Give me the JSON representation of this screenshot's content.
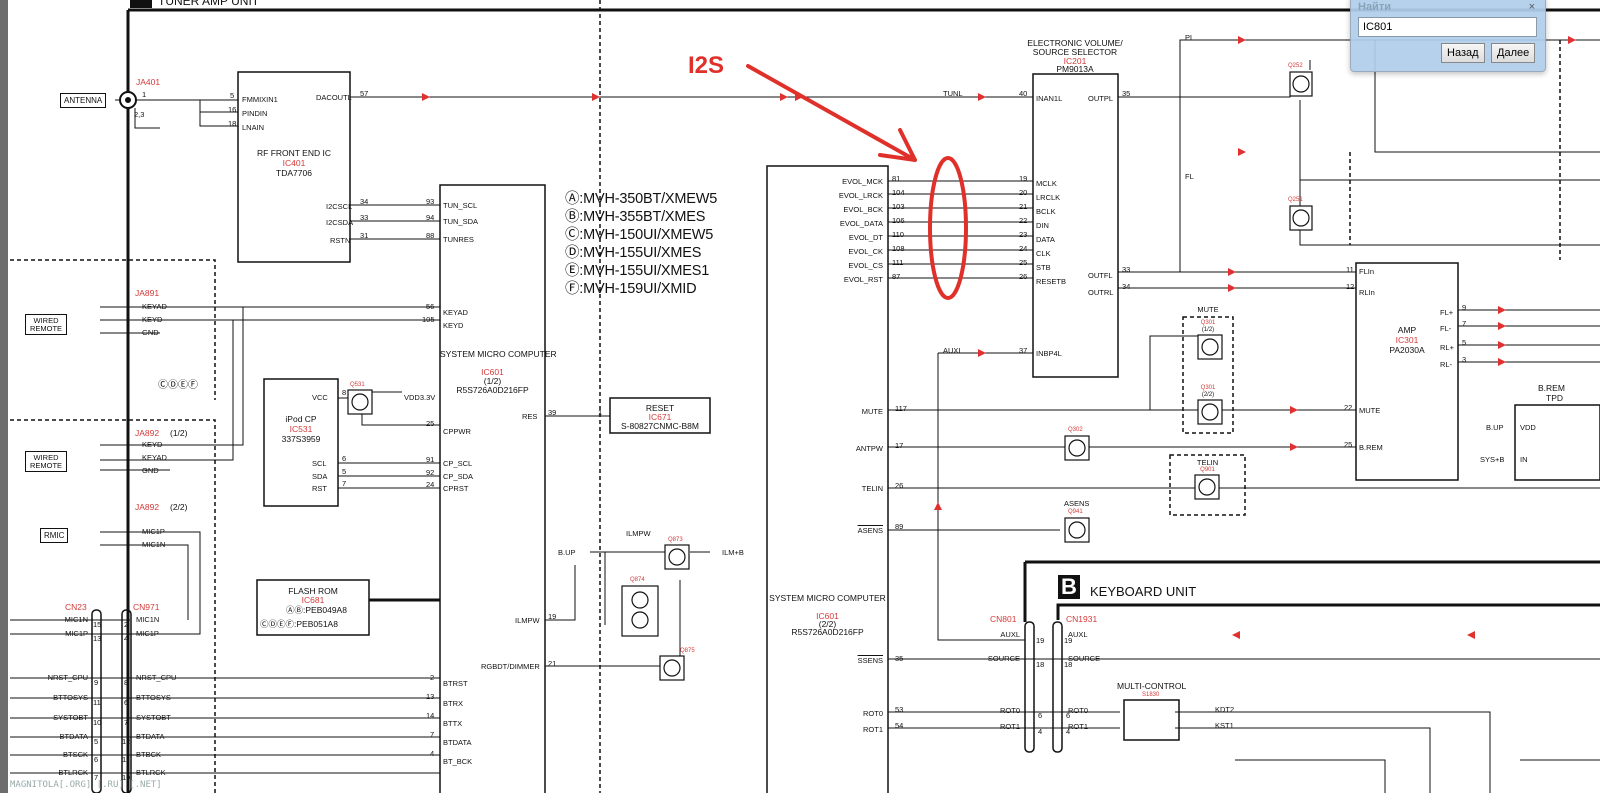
{
  "header": {
    "title": "TUNER AMP UNIT"
  },
  "find_dialog": {
    "title": "Найти",
    "query": "IC801",
    "back": "Назад",
    "next": "Далее",
    "close": "×"
  },
  "annotation": {
    "text": "I2S",
    "color": "#e0302a"
  },
  "watermark": "MAGNITOLA[.ORG] [.RU] [.NET]",
  "models": [
    "Ⓐ:MVH-350BT/XMEW5",
    "Ⓑ:MVH-355BT/XMES",
    "Ⓒ:MVH-150UI/XMEW5",
    "Ⓓ:MVH-155UI/XMES",
    "Ⓔ:MVH-155UI/XMES1",
    "Ⓕ:MVH-159UI/XMID"
  ],
  "antenna": {
    "label": "ANTENNA",
    "ref": "JA401",
    "pin1": "1",
    "pin23": "2,3"
  },
  "rf": {
    "title": "RF FRONT END IC",
    "ref": "IC401",
    "part": "TDA7706",
    "pins": [
      "FMMIXIN1",
      "PINDIN",
      "LNAIN",
      "DACOUTL",
      "I2CSCL",
      "I2CSDA",
      "RSTN"
    ],
    "nums": [
      "5",
      "16",
      "18",
      "57",
      "34",
      "33",
      "31"
    ]
  },
  "micro1": {
    "title": "SYSTEM MICRO COMPUTER",
    "ref": "IC601",
    "sub": "(1/2)",
    "part": "R5S726A0D216FP",
    "pins": [
      "TUN_SCL",
      "TUN_SDA",
      "TUNRES",
      "KEYAD",
      "KEYD",
      "RES",
      "CPPWR",
      "CP_SCL",
      "CP_SDA",
      "CPRST",
      "ILMPW",
      "RGBDT/DIMMER",
      "BTRST",
      "BTRX",
      "BTTX",
      "BTDATA",
      "BT_BCK"
    ],
    "nums": [
      "93",
      "94",
      "88",
      "56",
      "105",
      "39",
      "25",
      "91",
      "92",
      "24",
      "19",
      "21",
      "2",
      "13",
      "14",
      "7",
      "4"
    ]
  },
  "micro2": {
    "title": "SYSTEM MICRO COMPUTER",
    "ref": "IC601",
    "sub": "(2/2)",
    "part": "R5S726A0D216FP",
    "pins": [
      "EVOL_MCK",
      "EVOL_LRCK",
      "EVOL_BCK",
      "EVOL_DATA",
      "EVOL_DT",
      "EVOL_CK",
      "EVOL_CS",
      "EVOL_RST",
      "MUTE",
      "ANTPW",
      "TELIN",
      "ASENS",
      "SSENS",
      "ROT0",
      "ROT1"
    ],
    "nums": [
      "81",
      "104",
      "103",
      "106",
      "110",
      "108",
      "111",
      "87",
      "117",
      "17",
      "26",
      "89",
      "35",
      "53",
      "54"
    ]
  },
  "evol": {
    "title1": "ELECTRONIC VOLUME/",
    "title2": "SOURCE SELECTOR",
    "ref": "IC201",
    "part": "PM9013A",
    "pins": [
      "INAN1L",
      "MCLK",
      "LRCLK",
      "BCLK",
      "DIN",
      "DATA",
      "CLK",
      "STB",
      "RESETB",
      "INBP4L",
      "OUTPL",
      "OUTFL",
      "OUTRL"
    ],
    "nums": [
      "40",
      "19",
      "20",
      "21",
      "22",
      "23",
      "24",
      "25",
      "26",
      "37",
      "35",
      "33",
      "34"
    ],
    "net_tunl": "TUNL",
    "net_auxl": "AUXL",
    "net_pl": "PL",
    "net_fl": "FL"
  },
  "amp": {
    "title": "AMP",
    "ref": "IC301",
    "part": "PA2030A",
    "pins": [
      "FLIn",
      "RLIn",
      "MUTE",
      "B.REM",
      "FL+",
      "FL-",
      "RL+",
      "RL-"
    ],
    "nums": [
      "11",
      "12",
      "22",
      "25",
      "9",
      "7",
      "5",
      "3"
    ]
  },
  "transistors": {
    "q252": "Q252",
    "q251": "Q251",
    "q301a": "Q301",
    "q301a_sub": "(1/2)",
    "q301b": "Q301",
    "q301b_sub": "(2/2)",
    "q302": "Q302",
    "q901": "Q901",
    "q941": "Q941",
    "q531": "Q531",
    "q873": "Q873",
    "q874": "Q874",
    "q875": "Q875",
    "mute": "MUTE",
    "telin": "TELIN",
    "asens": "ASENS",
    "ilmpw": "ILMPW"
  },
  "ipod": {
    "title": "iPod CP",
    "ref": "IC531",
    "part": "337S3959",
    "pins": [
      "VCC",
      "SCL",
      "SDA",
      "RST"
    ],
    "nums": [
      "8",
      "6",
      "5",
      "7"
    ],
    "vdd": "VDD3.3V"
  },
  "reset": {
    "title": "RESET",
    "ref": "IC671",
    "part": "S-80827CNMC-B8M",
    "pin": "1"
  },
  "flash": {
    "title": "FLASH ROM",
    "ref": "IC681",
    "l1": "ⒶⒷ:PEB049A8",
    "l2": "ⒸⒹⒺⒻ:PEB051A8"
  },
  "ilm": {
    "bup": "B.UP",
    "ilmb": "ILM+B"
  },
  "jacks": {
    "ja891": "JA891",
    "ja892a": "JA892",
    "ja892a_sub": "(1/2)",
    "ja892b": "JA892",
    "ja892b_sub": "(2/2)",
    "wired_remote": "WIRED REMOTE",
    "rmic": "RMIC",
    "keyad": "KEYAD",
    "keyd": "KEYD",
    "gnd": "GND",
    "mic1p": "MIC1P",
    "mic1n": "MIC1N",
    "variants": "ⒸⒹⒺⒻ"
  },
  "cn": {
    "cn23": "CN23",
    "cn971": "CN971",
    "sig": [
      "MIC1N",
      "MIC1P",
      "NRST_CPU",
      "BTTOSYS",
      "SYSTOBT",
      "BTDATA",
      "BTSCK",
      "BTLRCK"
    ],
    "sig971": [
      "MIC1N",
      "MIC1P",
      "NRST_CPU",
      "BTTOSYS",
      "SYSTOBT",
      "BTDATA",
      "BTBCK",
      "BTLRCK"
    ],
    "n23": [
      "15",
      "13",
      "9",
      "11",
      "10",
      "5",
      "6",
      "7"
    ],
    "n971": [
      "2",
      "4",
      "8",
      "6",
      "7",
      "12",
      "11",
      "10"
    ]
  },
  "keyboard": {
    "letter": "B",
    "title": "KEYBOARD UNIT",
    "cn801": "CN801",
    "cn1931": "CN1931",
    "sig": [
      "AUXL",
      "SOURCE",
      "ROT0",
      "ROT1"
    ],
    "nums": [
      "19",
      "18",
      "6",
      "4"
    ],
    "mc": "MULTI-CONTROL",
    "mc_ref": "S1830",
    "kdt2": "KDT2",
    "kst1": "KST1"
  },
  "brem": {
    "title": "B.REM",
    "sub": "TPD",
    "vdd": "VDD",
    "in": "IN",
    "bup": "B.UP",
    "sysb": "SYS+B"
  }
}
